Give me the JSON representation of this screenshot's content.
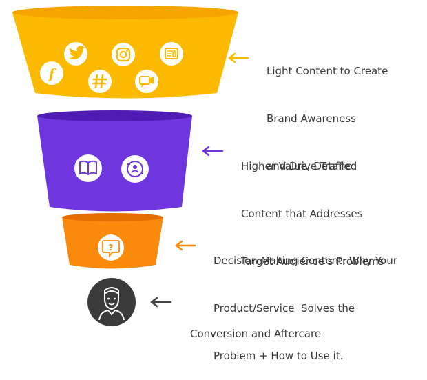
{
  "colors": {
    "stage1": "#fbba00",
    "stage1_rim": "#f6a500",
    "stage2": "#6f36e0",
    "stage2_rim": "#4e1cb4",
    "stage3": "#f98a0c",
    "stage3_rim": "#e56d00",
    "stage4": "#3b3b3b",
    "arrow_stage4": "#444444",
    "text": "#3a3a3a"
  },
  "stages": [
    {
      "lines": [
        "Light Content to Create",
        "Brand Awareness",
        "and Drive Traffic"
      ],
      "icons": [
        "facebook-icon",
        "twitter-icon",
        "hashtag-icon",
        "instagram-icon",
        "news-icon",
        "video-chat-icon"
      ]
    },
    {
      "lines": [
        "Higher Value, Detailed",
        "Content that Addresses",
        "Target Audience’s Problems"
      ],
      "icons": [
        "book-icon",
        "support-icon"
      ]
    },
    {
      "lines": [
        "Decision Making Content: Why Your",
        "Product/Service  Solves the",
        "Problem + How to Use it."
      ],
      "icons": [
        "question-icon"
      ]
    },
    {
      "lines": [
        "Conversion and Aftercare"
      ],
      "icons": [
        "customer-avatar-icon"
      ]
    }
  ]
}
